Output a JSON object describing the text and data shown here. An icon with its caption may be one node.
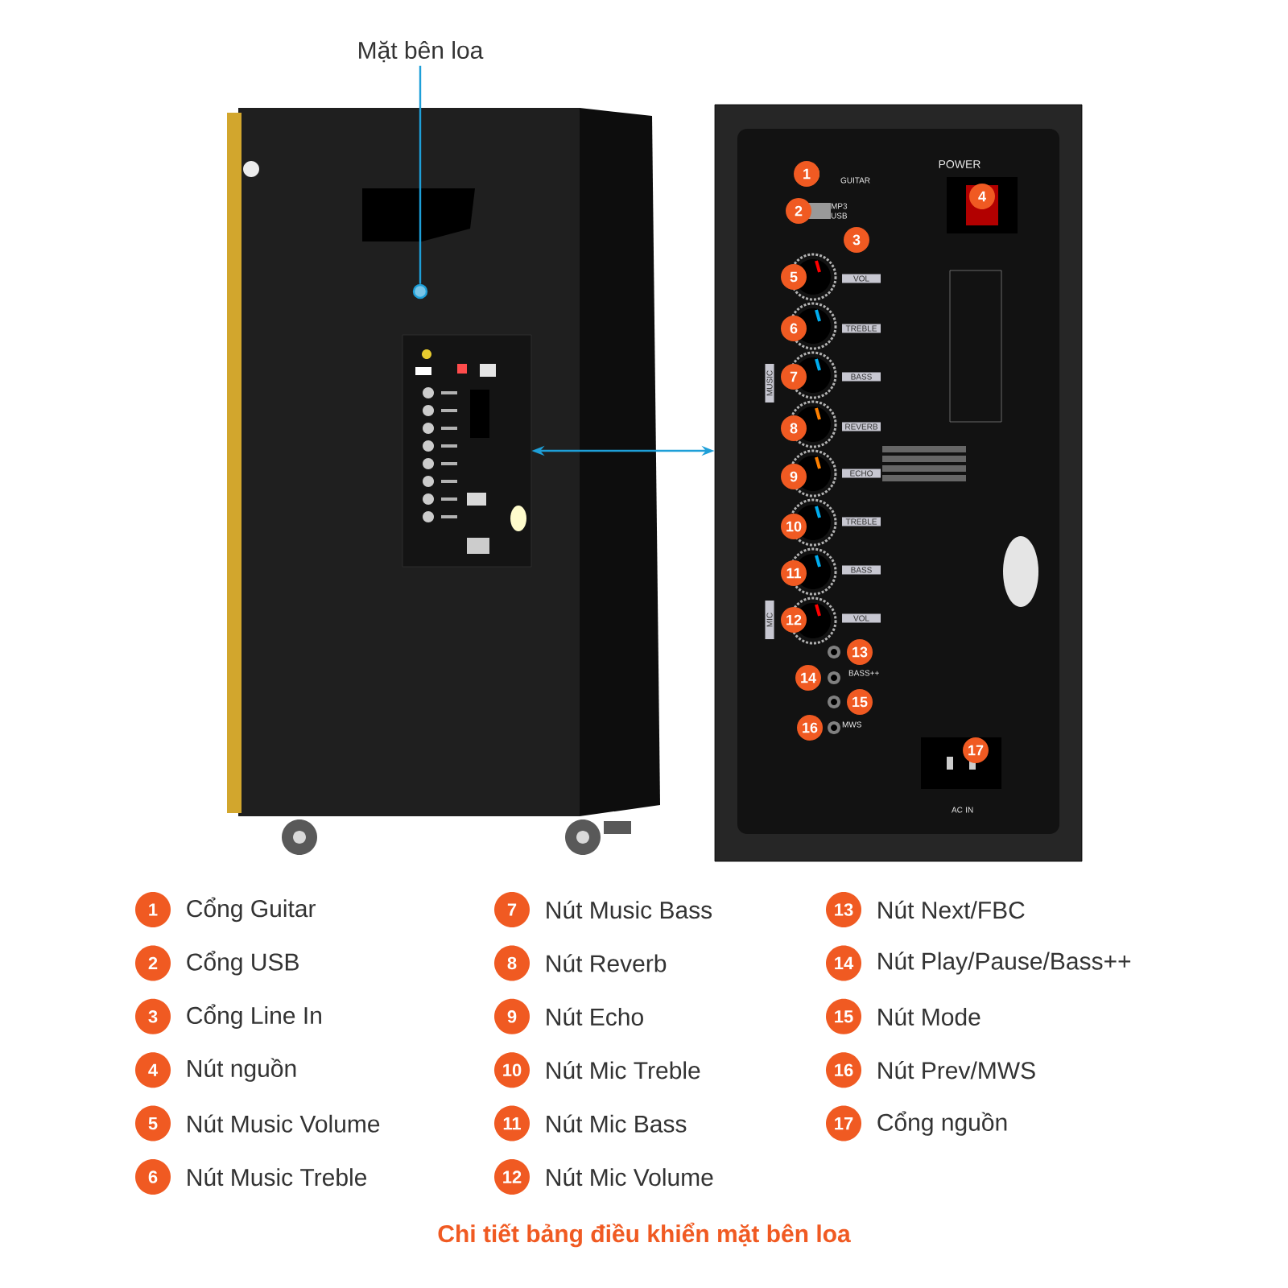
{
  "diagram": {
    "caption": "Chi tiết bảng điều khiển mặt bên loa",
    "nodes": [
      {
        "text": [
          "Mặt bên loa"
        ]
      },
      {
        "text": [],
        "shape": "circle"
      },
      {
        "text": [],
        "shape": "picture"
      },
      {
        "text": [],
        "shape": "picture"
      },
      {
        "text": [
          "1"
        ],
        "in": 3
      },
      {
        "text": [
          "2"
        ],
        "in": 3
      },
      {
        "text": [
          "3"
        ],
        "in": 3
      },
      {
        "text": [
          "4"
        ],
        "in": 3
      },
      {
        "text": [
          "5"
        ],
        "in": 3
      },
      {
        "text": [
          "6"
        ],
        "in": 3
      },
      {
        "text": [
          "7"
        ],
        "in": 3
      },
      {
        "text": [
          "8"
        ],
        "in": 3
      },
      {
        "text": [
          "9"
        ],
        "in": 3
      },
      {
        "text": [
          "10"
        ],
        "in": 3
      },
      {
        "text": [
          "11"
        ],
        "in": 3
      },
      {
        "text": [
          "12"
        ],
        "in": 3
      },
      {
        "text": [
          "13"
        ],
        "in": 3
      },
      {
        "text": [
          "14"
        ],
        "in": 3
      },
      {
        "text": [
          "15"
        ],
        "in": 3
      },
      {
        "text": [
          "16"
        ],
        "in": 3
      },
      {
        "text": [
          "17"
        ],
        "in": 3
      },
      {
        "text": [
          "1"
        ],
        "beside": [
          "Cổng Guitar"
        ]
      },
      {
        "text": [
          "2"
        ],
        "beside": [
          "Cổng USB"
        ]
      },
      {
        "text": [
          "3"
        ],
        "beside": [
          "Cổng Line In"
        ]
      },
      {
        "text": [
          "4"
        ],
        "beside": [
          "Nút nguồn"
        ]
      },
      {
        "text": [
          "5"
        ],
        "beside": [
          "Nút Music Volume"
        ]
      },
      {
        "text": [
          "6"
        ],
        "beside": [
          "Nút Music Treble"
        ]
      },
      {
        "text": [
          "7"
        ],
        "beside": [
          "Nút Music Bass"
        ]
      },
      {
        "text": [
          "8"
        ],
        "beside": [
          "Nút Reverb"
        ]
      },
      {
        "text": [
          "9"
        ],
        "beside": [
          "Nút Echo"
        ]
      },
      {
        "text": [
          "10"
        ],
        "beside": [
          "Nút Mic Treble"
        ]
      },
      {
        "text": [
          "11"
        ],
        "beside": [
          "Nút Mic Bass"
        ]
      },
      {
        "text": [
          "12"
        ],
        "beside": [
          "Nút Mic Volume"
        ]
      },
      {
        "text": [
          "13"
        ],
        "beside": [
          "Nút Next/FBC"
        ]
      },
      {
        "text": [
          "14"
        ],
        "beside": [
          "Nút Play/Pause/Bass++"
        ]
      },
      {
        "text": [
          "15"
        ],
        "beside": [
          "Nút Mode"
        ]
      },
      {
        "text": [
          "16"
        ],
        "beside": [
          "Nút Prev/MWS"
        ]
      },
      {
        "text": [
          "17"
        ],
        "beside": [
          "Cổng nguồn"
        ]
      }
    ],
    "edges": [
      {
        "from": 0,
        "to": 1,
        "arrow": "none"
      },
      {
        "from": 2,
        "to": 3,
        "arrow": "both"
      }
    ],
    "labels": [
      "GUITAR",
      "POWER",
      "MP3 USB",
      "VOL",
      "TREBLE",
      "MUSIC",
      "BASS",
      "REVERB",
      "ECHO",
      "TREBLE",
      "BASS",
      "MIC",
      "VOL",
      "BASS++",
      "MWS",
      "AC IN"
    ]
  }
}
